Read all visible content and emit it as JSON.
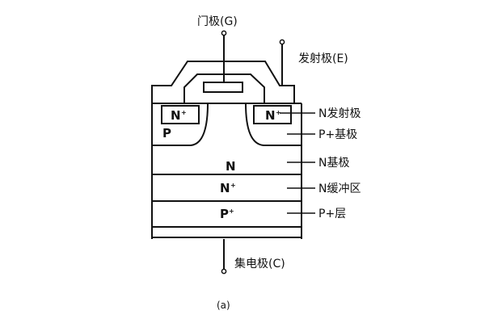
{
  "terminals": {
    "gate": "门极(G)",
    "emitter": "发射极(E)",
    "collector": "集电极(C)"
  },
  "layer_labels": {
    "n_emitter": "N发射极",
    "p_base": "P+基极",
    "n_base": "N基极",
    "n_buffer": "N缓冲区",
    "p_layer": "P+层"
  },
  "regions": {
    "n_plus_left": "N",
    "n_plus_right": "N",
    "plus_sign": "+",
    "p_well": "P",
    "n_drift": "N",
    "n_buffer": "N",
    "p_plus": "P"
  },
  "caption": "(a)"
}
